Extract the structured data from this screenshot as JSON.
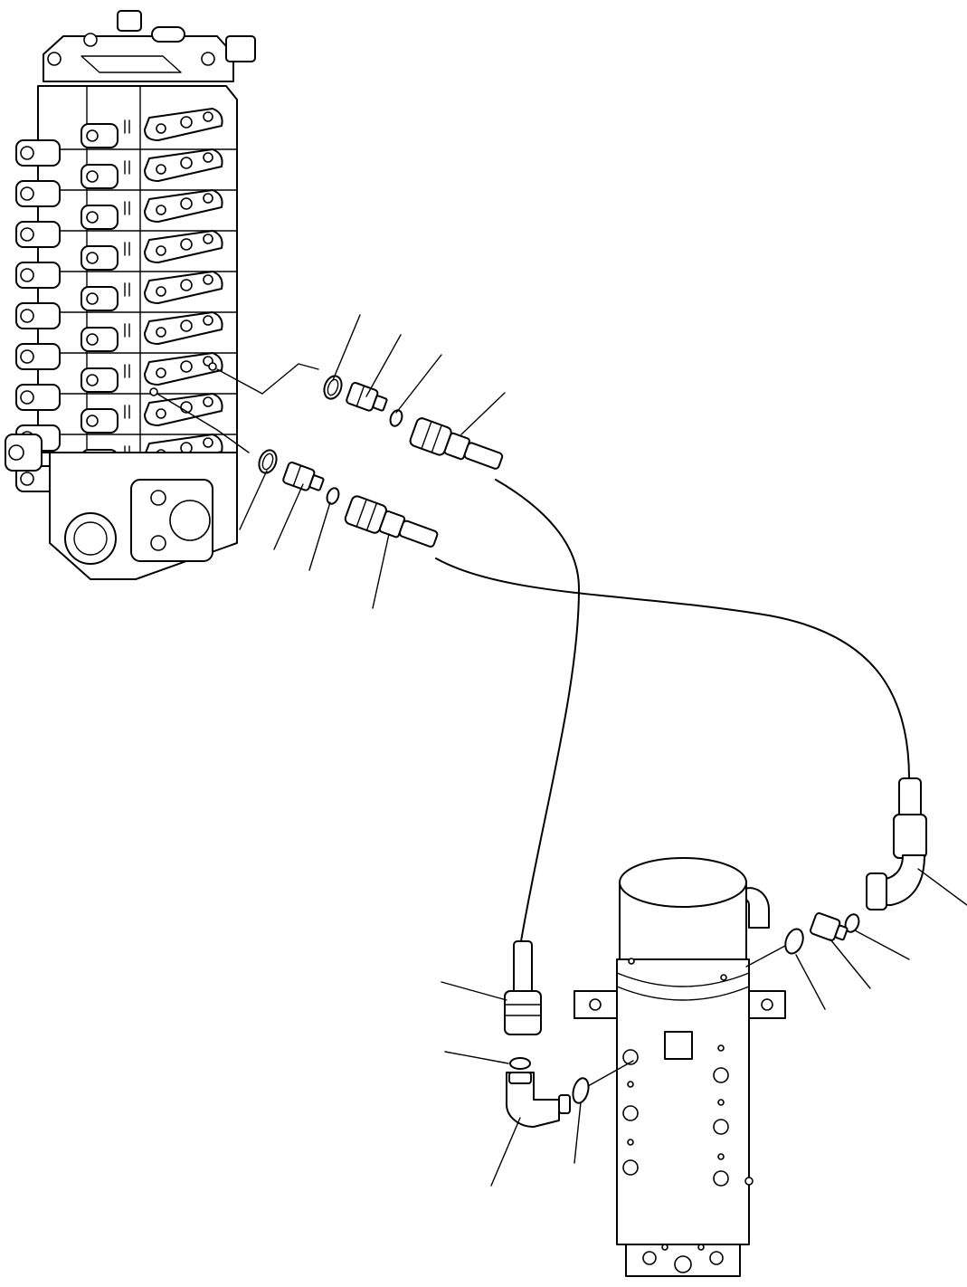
{
  "figure": {
    "components": [
      "control-valve",
      "swivel-joint",
      "hose-upper",
      "hose-lower",
      "o-ring",
      "connector",
      "elbow"
    ]
  }
}
